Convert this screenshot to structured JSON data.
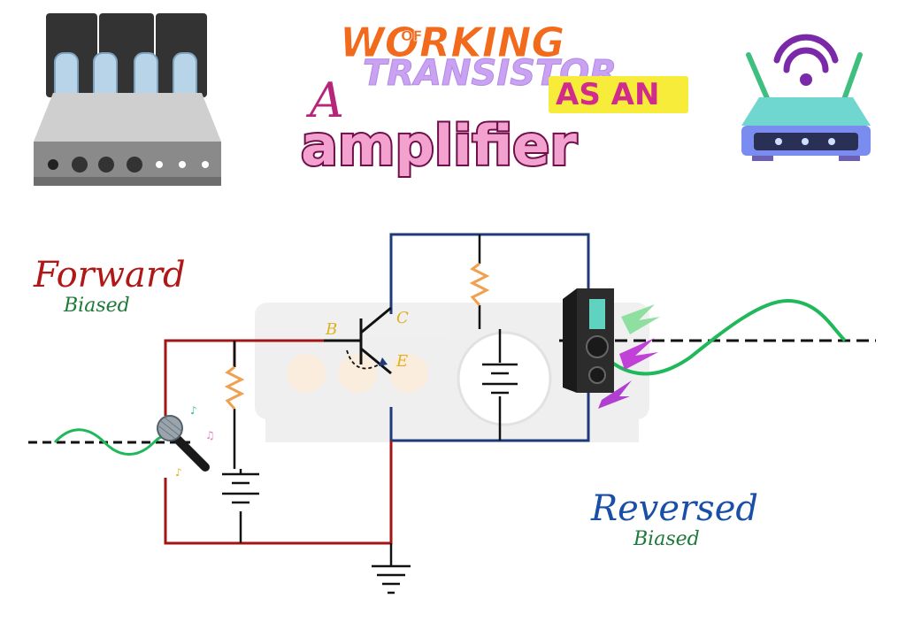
{
  "title": {
    "line1": "WORKING",
    "of": "OF",
    "line2_a": "A",
    "line2_b": "TRANSISTOR",
    "line2_c": "AS AN",
    "line3": "amplifier"
  },
  "labels": {
    "forward": "Forward",
    "forward_sub": "Biased",
    "reversed": "Reversed",
    "reversed_sub": "Biased"
  },
  "terminals": {
    "base": "B",
    "collector": "C",
    "emitter": "E"
  },
  "colors": {
    "input_circuit": "#a31515",
    "output_circuit": "#1f3a7a",
    "resistor": "#f0a050",
    "signal_wave": "#1fb85a",
    "title_orange": "#f26a1b",
    "title_purple": "#c9a3f2",
    "title_magenta": "#b6257a",
    "title_yellow": "#f8ec3b",
    "terminal_gold": "#e0b020"
  },
  "icons": [
    "tube-amplifier-icon",
    "wifi-router-icon",
    "microphone-icon",
    "speaker-icon",
    "ground-icon",
    "battery-icon",
    "resistor-icon"
  ]
}
